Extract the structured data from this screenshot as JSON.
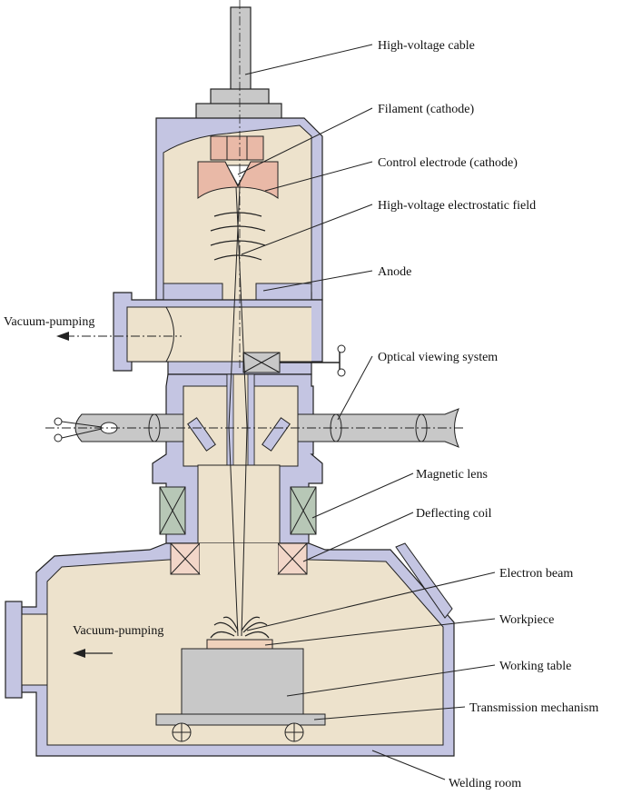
{
  "colors": {
    "wall": "#c4c5e2",
    "chamber": "#ede2cc",
    "cathode": "#e9b9a7",
    "metal": "#c8c8c8",
    "coil_core": "#b7c7b6",
    "deflect_coil": "#f2d6c8",
    "workpiece": "#f0d2bc",
    "outline": "#222222"
  },
  "labels": {
    "high_voltage_cable": "High-voltage cable",
    "filament": "Filament (cathode)",
    "control_electrode": "Control electrode (cathode)",
    "hv_field": "High-voltage electrostatic field",
    "anode": "Anode",
    "vacuum_pumping_upper": "Vacuum-pumping",
    "optical_viewing": "Optical viewing system",
    "magnetic_lens": "Magnetic lens",
    "deflecting_coil": "Deflecting coil",
    "electron_beam": "Electron beam",
    "vacuum_pumping_lower": "Vacuum-pumping",
    "workpiece": "Workpiece",
    "working_table": "Working table",
    "transmission": "Transmission mechanism",
    "welding_room": "Welding room"
  }
}
